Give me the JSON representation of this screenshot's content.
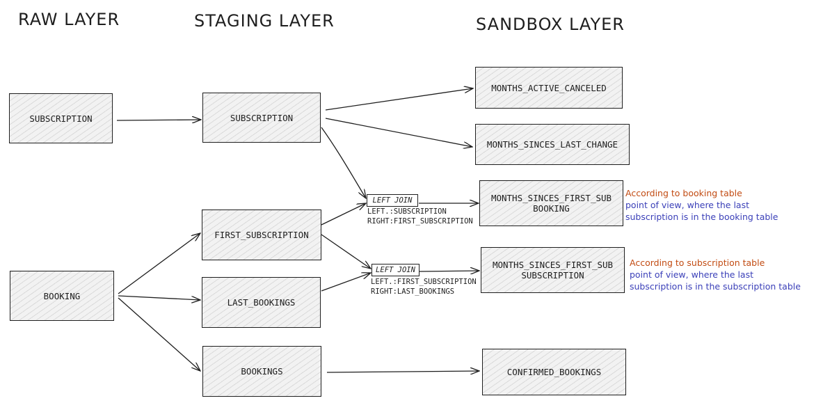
{
  "layers": {
    "raw": "RAW LAYER",
    "staging": "STAGING LAYER",
    "sandbox": "SANDBOX LAYER"
  },
  "raw": {
    "subscription": "SUBSCRIPTION",
    "booking": "BOOKING"
  },
  "staging": {
    "subscription": "SUBSCRIPTION",
    "first_subscription": "FIRST_SUBSCRIPTION",
    "last_bookings": "LAST_BOOKINGS",
    "bookings": "BOOKINGS"
  },
  "sandbox": {
    "months_active_canceled": "MONTHS_ACTIVE_CANCELED",
    "months_sinces_last_change": "MONTHS_SINCES_LAST_CHANGE",
    "months_sinces_first_sub_booking_line1": "MONTHS_SINCES_FIRST_SUB",
    "months_sinces_first_sub_booking_line2": "BOOKING",
    "months_sinces_first_sub_subscription_line1": "MONTHS_SINCES_FIRST_SUB",
    "months_sinces_first_sub_subscription_line2": "SUBSCRIPTION",
    "confirmed_bookings": "CONFIRMED_BOOKINGS"
  },
  "joins": {
    "join1": {
      "label": "LEFT JOIN",
      "left": "LEFT.:SUBSCRIPTION",
      "right": "RIGHT:FIRST_SUBSCRIPTION"
    },
    "join2": {
      "label": "LEFT JOIN",
      "left": "LEFT.:FIRST_SUBSCRIPTION",
      "right": "RIGHT:LAST_BOOKINGS"
    }
  },
  "notes": {
    "booking_note": {
      "line1": "According to booking table",
      "line2": "point of view, where the last",
      "line3": "subscription is in the booking table"
    },
    "subscription_note": {
      "line1": "According to subscription table",
      "line2": "point of view, where the last",
      "line3": "subscription is in the subscription table"
    }
  },
  "colors": {
    "note_highlight": "#c24b12",
    "note_text": "#3a3fb8",
    "stroke": "#1e1e1e"
  }
}
